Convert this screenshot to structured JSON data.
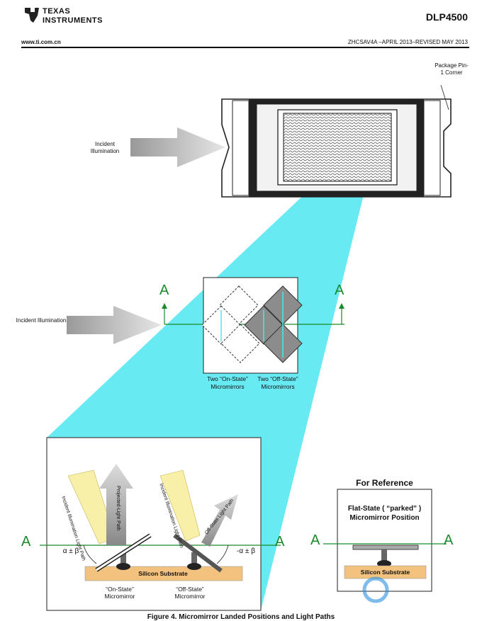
{
  "header": {
    "brand_line1": "TEXAS",
    "brand_line2": "INSTRUMENTS",
    "doc_title": "DLP4500",
    "site": "www.ti.com.cn",
    "doc_number": "ZHCSAV4A –APRIL 2013–REVISED MAY 2013"
  },
  "figure": {
    "top_pin_label": "Package Pin-1 Corner",
    "incident_top": "Incident Illumination",
    "incident_mid": "Incident Illumination",
    "axis_letter": "A",
    "on_state_two": "Two “On-State” Micromirrors",
    "off_state_two": "Two “Off-State” Micromirrors",
    "on_state_label": "“On-State” Micromirror",
    "off_state_label": "“Off-State” Micromirror",
    "substrate": "Silicon Substrate",
    "angle_left": "α ± β",
    "angle_right": "-α ± β",
    "beam_incident_a": "Incident Illumination Light Path",
    "beam_projected": "Projected-Light Path",
    "beam_incident_b": "Incident Illumination Light Path",
    "beam_off": "Off-State Light Path",
    "reference_title": "For Reference",
    "reference_desc": "Flat-State ( “parked” ) Micromirror Position",
    "reference_substrate": "Silicon Substrate",
    "caption": "Figure 4. Micromirror Landed Positions and Light Paths"
  },
  "colors": {
    "cyan": "#4de6f0",
    "green": "#1a8a2a",
    "substrate": "#f2c27e"
  },
  "icons": [
    "ti-logo"
  ]
}
